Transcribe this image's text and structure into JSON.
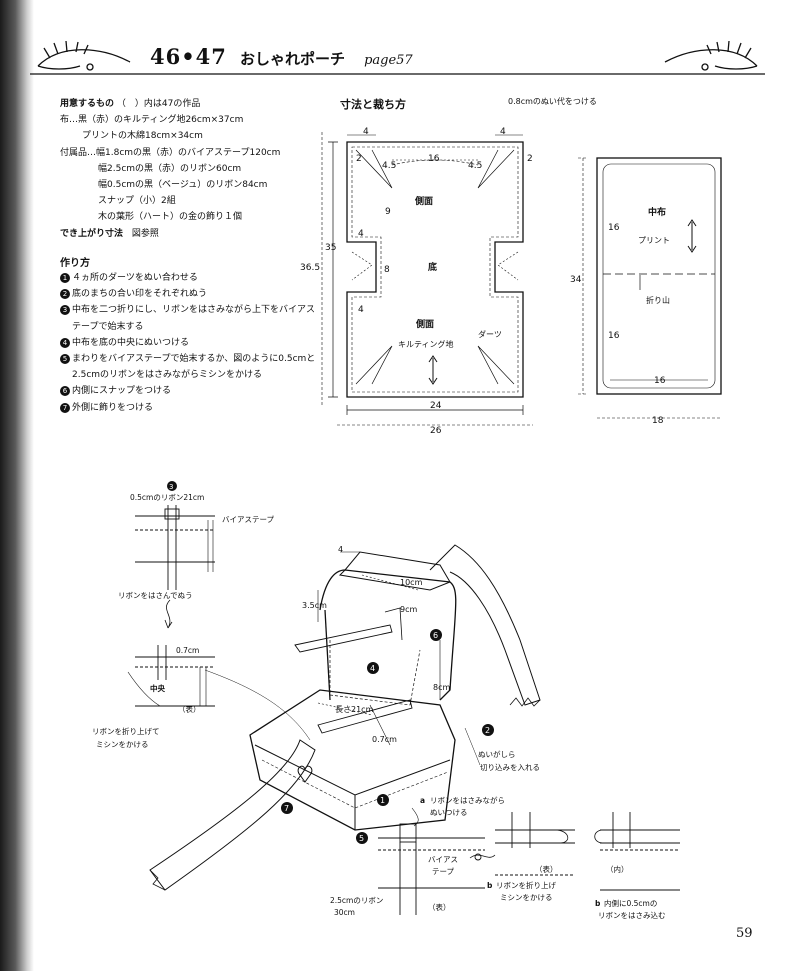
{
  "header": {
    "numbers": "46•47",
    "title": "おしゃれポーチ",
    "page_ref": "page57"
  },
  "materials": {
    "heading": "用意するもの",
    "note": "（　）内は47の作品",
    "lines": [
      "布…黒（赤）のキルティング地26cm×37cm",
      "プリントの木綿18cm×34cm",
      "付属品…幅1.8cmの黒（赤）のバイアステープ120cm",
      "幅2.5cmの黒（赤）のリボン60cm",
      "幅0.5cmの黒（ベージュ）のリボン84cm",
      "スナップ（小）2組",
      "木の葉形（ハート）の金の飾り１個"
    ],
    "finished_label": "でき上がり寸法",
    "finished_value": "図参照"
  },
  "steps": {
    "heading": "作り方",
    "items": [
      {
        "num": "1",
        "text": "４ヵ所のダーツをぬい合わせる"
      },
      {
        "num": "2",
        "text": "底のまちの合い印をそれぞれぬう"
      },
      {
        "num": "3",
        "text": "中布を二つ折りにし、リボンをはさみながら上下をバイアステープで始末する"
      },
      {
        "num": "4",
        "text": "中布を底の中央にぬいつける"
      },
      {
        "num": "5",
        "text": "まわりをバイアステープで始末するか、図のように0.5cmと2.5cmのリボンをはさみながらミシンをかける"
      },
      {
        "num": "6",
        "text": "内側にスナップをつける"
      },
      {
        "num": "7",
        "text": "外側に飾りをつける"
      }
    ]
  },
  "pattern": {
    "heading": "寸法と裁ち方",
    "seam_note": "0.8cmのぬい代をつける",
    "labels": {
      "side_top": "側面",
      "bottom": "底",
      "side_bottom": "側面",
      "quilting": "キルティング地",
      "dart": "ダーツ",
      "w24": "24",
      "w26": "26",
      "h35": "35",
      "h365": "36.5",
      "d4a": "4",
      "d4b": "4",
      "d2a": "2",
      "d2b": "2",
      "d45a": "4.5",
      "d45b": "4.5",
      "d16": "16",
      "d9": "9",
      "d4c": "4",
      "d8": "8",
      "d4d": "4"
    },
    "lining": {
      "name": "中布",
      "print": "プリント",
      "fold": "折り山",
      "h34": "34",
      "w18": "18",
      "d16a": "16",
      "d16b": "16",
      "d16c": "16"
    }
  },
  "illustration": {
    "ribbon_detail": {
      "step": "3",
      "ribbon": "0.5cmのリボン21cm",
      "bias": "バイアステープ",
      "insert": "リボンをはさんでぬう",
      "size": "0.7cm",
      "center": "中央",
      "surface": "（表）",
      "fold_note1": "リボンを折り上げて",
      "fold_note2": "ミシンをかける"
    },
    "pouch": {
      "d4": "4",
      "d10": "10cm",
      "d35": "3.5cm",
      "d9": "9cm",
      "d8": "8cm",
      "length": "長さ21cm",
      "d07": "0.7cm",
      "stitch1": "ぬいがしら",
      "stitch2": "切り込みを入れる",
      "s1": "1",
      "s2": "2",
      "s4": "4",
      "s5": "5",
      "s6": "6",
      "s7": "7"
    },
    "bottom_detail": {
      "a_label": "a",
      "a_text1": "リボンをはさみながら",
      "a_text2": "ぬいつける",
      "bias1": "バイアス",
      "bias2": "テープ",
      "ribbon1": "2.5cmのリボン",
      "ribbon2": "30cm",
      "surface": "（表）",
      "surface2": "（表）",
      "inner": "（内）",
      "b1_label": "b",
      "b1_text1": "リボンを折り上げ",
      "b1_text2": "ミシンをかける",
      "b2_label": "b",
      "b2_text1": "内側に0.5cmの",
      "b2_text2": "リボンをはさみ込む"
    }
  },
  "page_number": "59"
}
